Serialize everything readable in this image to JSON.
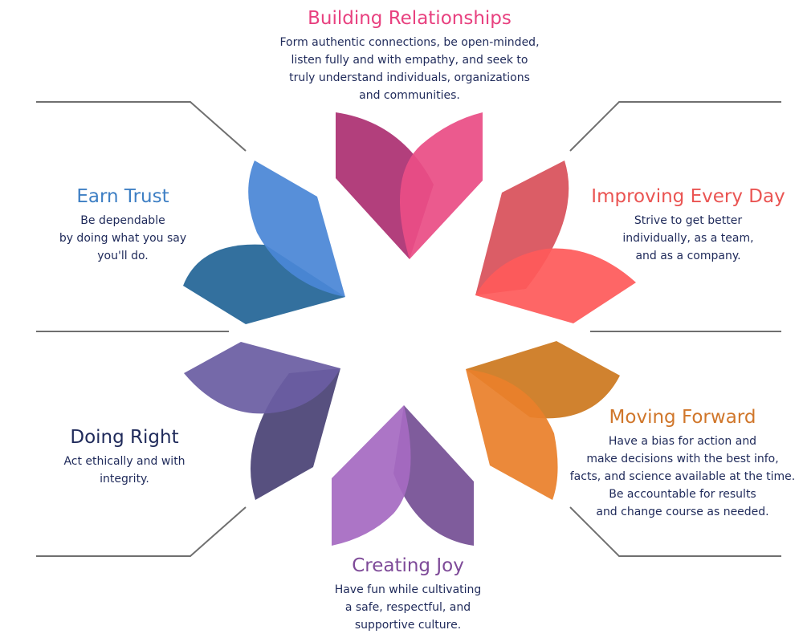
{
  "values": [
    {
      "key": "building",
      "title": "Building Relationships",
      "color": "#e8407f",
      "lines": [
        "Form authentic connections, be open-minded,",
        "listen fully and with empathy, and seek to",
        "truly understand individuals, organizations",
        "and communities."
      ]
    },
    {
      "key": "improving",
      "title": "Improving Every Day",
      "color": "#ea5452",
      "lines": [
        "Strive to get better",
        "individually, as a team,",
        "and as a company."
      ]
    },
    {
      "key": "moving",
      "title": "Moving Forward",
      "color": "#d0762a",
      "lines": [
        "Have a bias for action and",
        "make decisions with the best info,",
        "facts, and science available at the time.",
        "Be accountable for results",
        "and change course as needed."
      ]
    },
    {
      "key": "joy",
      "title": "Creating Joy",
      "color": "#7e4a98",
      "lines": [
        "Have fun while cultivating",
        "a safe, respectful, and",
        "supportive culture."
      ]
    },
    {
      "key": "right",
      "title": "Doing Right",
      "color": "#1f2a5a",
      "lines": [
        "Act ethically and with",
        "integrity."
      ]
    },
    {
      "key": "trust",
      "title": "Earn Trust",
      "color": "#3e7fc4",
      "lines": [
        "Be dependable",
        "by doing what you say",
        "you'll do."
      ]
    }
  ],
  "petals": [
    {
      "key": "building",
      "back": "#b23f7c",
      "front": "#ea4d85"
    },
    {
      "key": "improving",
      "back": "#db5d66",
      "front": "#fe5a5a"
    },
    {
      "key": "moving",
      "back": "#d0822f",
      "front": "#e9802b"
    },
    {
      "key": "joy",
      "back": "#7f5c9c",
      "front": "#a66ac2"
    },
    {
      "key": "right",
      "back": "#57507f",
      "front": "#6a5ea2"
    },
    {
      "key": "trust",
      "back": "#33709e",
      "front": "#4a87d6"
    }
  ],
  "line_color": "#6f6f6f"
}
